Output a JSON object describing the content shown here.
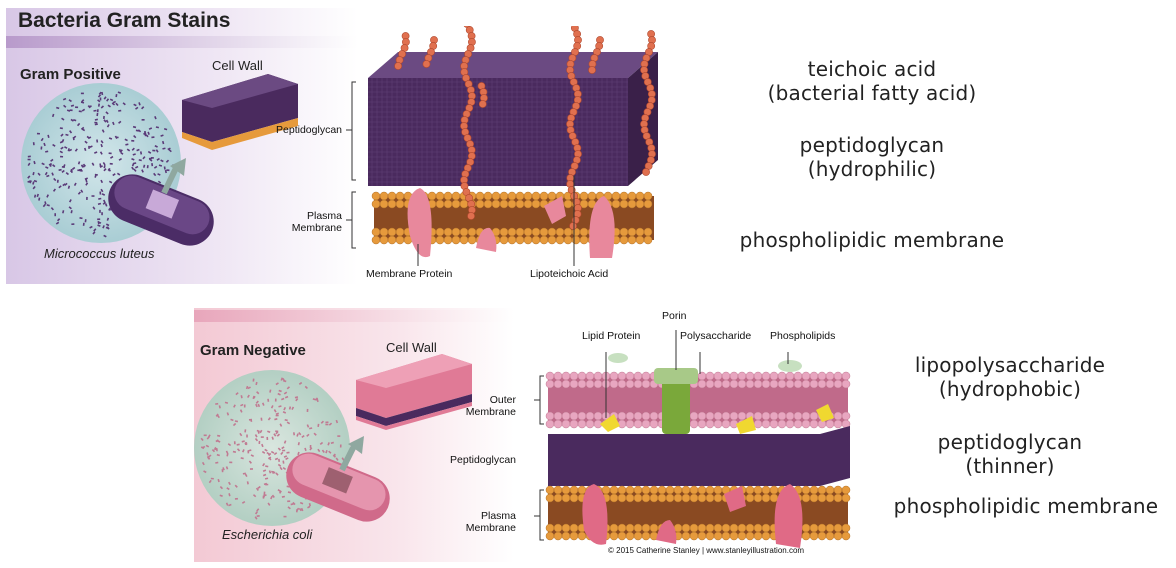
{
  "title": "Bacteria Gram Stains",
  "positive": {
    "heading": "Gram Positive",
    "cell_wall": "Cell Wall",
    "species": "Micrococcus luteus",
    "labels": {
      "peptidoglycan": "Peptidoglycan",
      "plasma_membrane_1": "Plasma",
      "plasma_membrane_2": "Membrane",
      "membrane_protein": "Membrane Protein",
      "lipoteichoic_acid": "Lipoteichoic Acid"
    },
    "notes": [
      {
        "line1": "teichoic acid",
        "line2": "(bacterial fatty acid)"
      },
      {
        "line1": "peptidoglycan",
        "line2": "(hydrophilic)"
      },
      {
        "line1": "phospholipidic membrane",
        "line2": ""
      }
    ]
  },
  "negative": {
    "heading": "Gram Negative",
    "cell_wall": "Cell Wall",
    "species": "Escherichia coli",
    "labels": {
      "lipid_protein": "Lipid Protein",
      "porin": "Porin",
      "polysaccharide": "Polysaccharide",
      "phospholipids": "Phospholipids",
      "outer_membrane_1": "Outer",
      "outer_membrane_2": "Membrane",
      "peptidoglycan": "Peptidoglycan",
      "plasma_membrane_1": "Plasma",
      "plasma_membrane_2": "Membrane",
      "credit": "© 2015 Catherine Stanley | www.stanleyillustration.com"
    },
    "notes": [
      {
        "line1": "lipopolysaccharide",
        "line2": "(hydrophobic)"
      },
      {
        "line1": "peptidoglycan",
        "line2": "(thinner)"
      },
      {
        "line1": "phospholipidic membrane",
        "line2": ""
      }
    ]
  },
  "colors": {
    "peptidoglycan": "#4a2a5e",
    "lipid_head": "#e69a3c",
    "neg_head": "#e8a6c0",
    "protein": "#e8889c",
    "teichoic": "#e0704f",
    "porin": "#7aa83a",
    "lipid_protein": "#f0d830"
  }
}
